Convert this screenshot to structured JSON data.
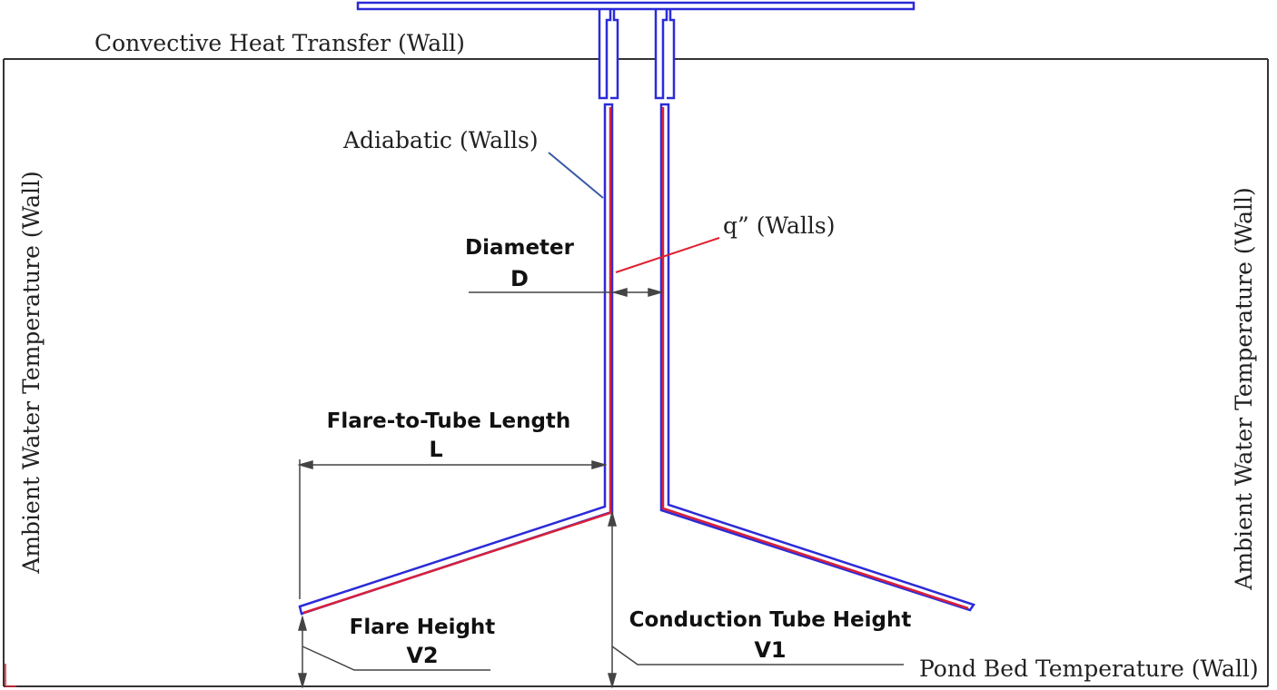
{
  "labels": {
    "top_boundary": "Convective Heat Transfer (Wall)",
    "left_boundary": "Ambient Water Temperature (Wall)",
    "right_boundary": "Ambient Water Temperature (Wall)",
    "bottom_boundary": "Pond Bed Temperature (Wall)",
    "adiabatic": "Adiabatic (Walls)",
    "heat_flux": "q” (Walls)"
  },
  "dimensions": {
    "diameter": {
      "name": "Diameter",
      "symbol": "D"
    },
    "flare_to_tube_length": {
      "name": "Flare-to-Tube Length",
      "symbol": "L"
    },
    "flare_height": {
      "name": "Flare Height",
      "symbol": "V2"
    },
    "conduction_tube_height": {
      "name": "Conduction Tube Height",
      "symbol": "V1"
    }
  },
  "colors": {
    "adiabatic_wall": "#2b2bd8",
    "heat_flux_wall": "#d8203a",
    "boundary": "#333333",
    "leader_adiabatic": "#3a5aa8",
    "leader_heat_flux": "#e02030"
  }
}
